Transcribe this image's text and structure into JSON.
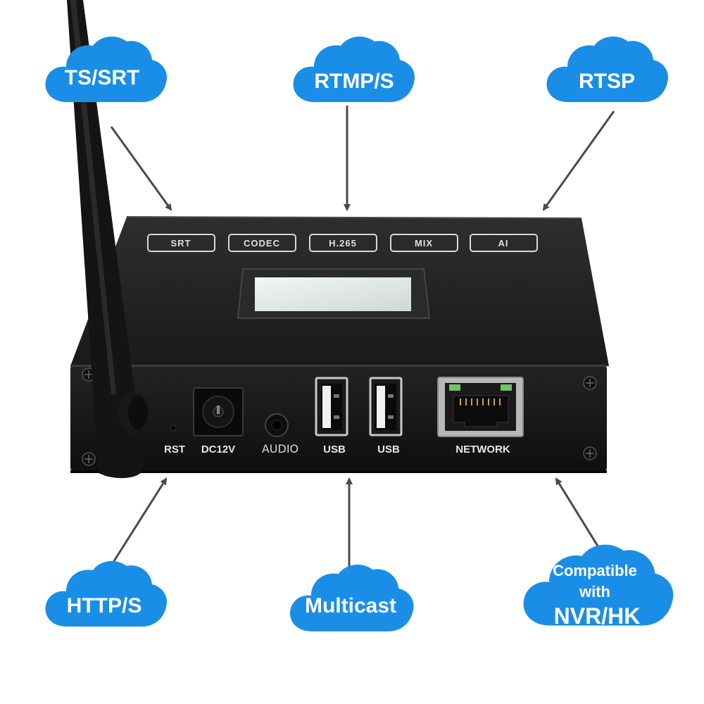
{
  "clouds": {
    "ts_srt": "TS/SRT",
    "rtmp_s": "RTMP/S",
    "rtsp": "RTSP",
    "http_s": "HTTP/S",
    "multicast": "Multicast",
    "compatible_line1": "Compatible",
    "compatible_line2": "with",
    "compatible_line3": "NVR/HK"
  },
  "top_buttons": {
    "srt": "SRT",
    "codec": "CODEC",
    "h265": "H.265",
    "mix": "MIX",
    "ai": "AI"
  },
  "ports": {
    "rst": "RST",
    "dc12v": "DC12V",
    "audio": "AUDIO",
    "usb1": "USB",
    "usb2": "USB",
    "network": "NETWORK"
  },
  "colors": {
    "cloud": "#1a8ee6",
    "device": "#1c1c1e",
    "arrow": "#4a4a4a"
  }
}
